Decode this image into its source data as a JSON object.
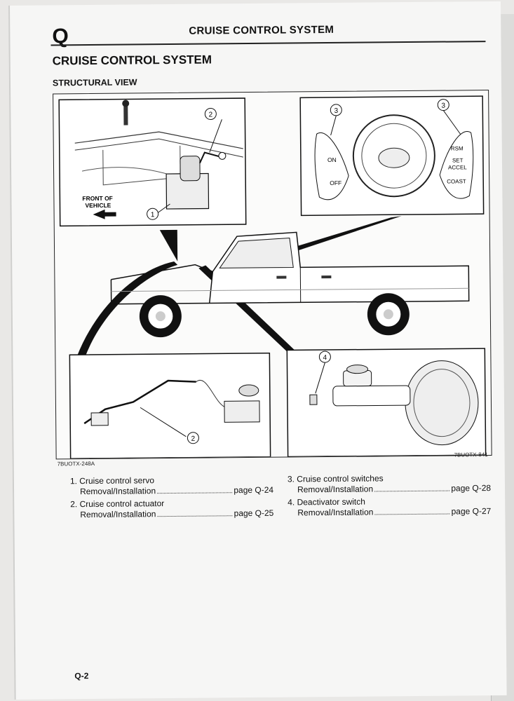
{
  "header": {
    "section_letter": "Q",
    "title": "CRUISE CONTROL SYSTEM"
  },
  "section_title": "CRUISE CONTROL SYSTEM",
  "subsection_title": "STRUCTURAL VIEW",
  "figure": {
    "code_left": "7BUOTX-248A",
    "code_right": "7BUOTX-841",
    "front_label_line1": "FRONT OF",
    "front_label_line2": "VEHICLE",
    "callouts": [
      "1",
      "2",
      "3",
      "4"
    ],
    "switch_labels": {
      "on": "ON",
      "off": "OFF",
      "rsm": "RSM",
      "set": "SET",
      "accel": "ACCEL",
      "coast": "COAST"
    }
  },
  "items": [
    {
      "title": "1. Cruise control servo",
      "action": "Removal/Installation",
      "page": "page Q-24"
    },
    {
      "title": "2. Cruise control actuator",
      "action": "Removal/Installation",
      "page": "page Q-25"
    },
    {
      "title": "3. Cruise control switches",
      "action": "Removal/Installation",
      "page": "page Q-28"
    },
    {
      "title": "4. Deactivator switch",
      "action": "Removal/Installation",
      "page": "page Q-27"
    }
  ],
  "footer": {
    "page_number": "Q-2"
  }
}
